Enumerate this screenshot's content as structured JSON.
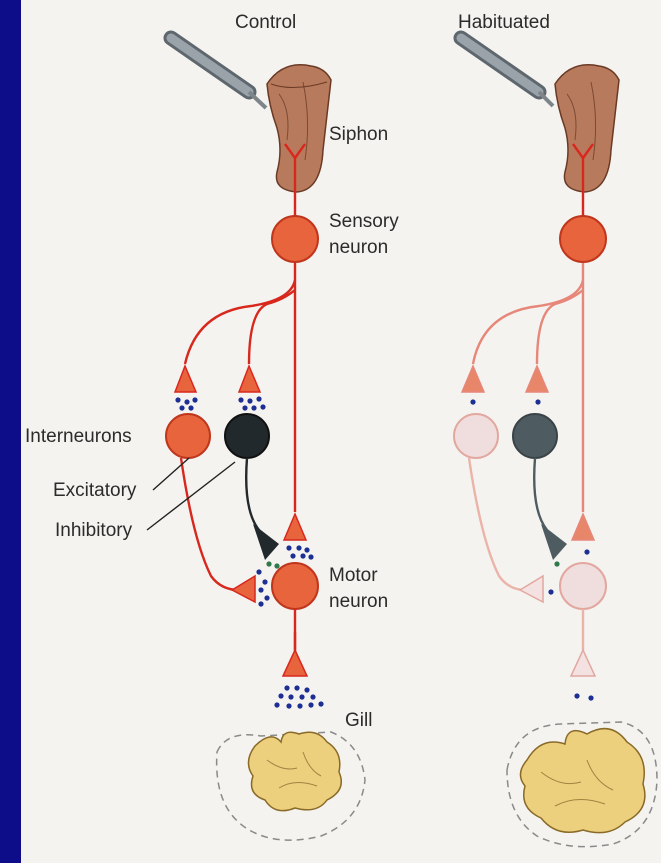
{
  "panels": {
    "control": {
      "title": "Control",
      "labels": {
        "siphon": "Siphon",
        "sensory_1": "Sensory",
        "sensory_2": "neuron",
        "interneurons": "Interneurons",
        "excitatory": "Excitatory",
        "inhibitory": "Inhibitory",
        "motor_1": "Motor",
        "motor_2": "neuron",
        "gill": "Gill"
      }
    },
    "habituated": {
      "title": "Habituated"
    }
  },
  "colors": {
    "background_stripe": "#0d0d8a",
    "page": "#f4f3f0",
    "neuron_active": "#e8643c",
    "neuron_faded": "#f0dede",
    "axon_control": "#d8281e",
    "axon_faded": "#e7877a",
    "inhibitory_neuron": "#22292c",
    "inhibitory_faded": "#4e5c62",
    "vesicle_blue": "#1d2f92",
    "vesicle_green": "#2f7a4a",
    "siphon": "#b87a5c",
    "gill": "#ecd07e",
    "probe": "#8a9298"
  }
}
